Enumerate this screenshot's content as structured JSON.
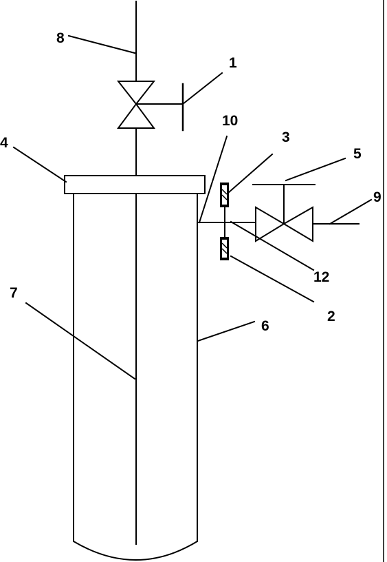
{
  "labels": {
    "l1": "1",
    "l2": "2",
    "l3": "3",
    "l4": "4",
    "l5": "5",
    "l6": "6",
    "l7": "7",
    "l8": "8",
    "l9": "9",
    "l10": "10",
    "l12": "12"
  },
  "colors": {
    "stroke": "#000000",
    "background": "#ffffff"
  }
}
